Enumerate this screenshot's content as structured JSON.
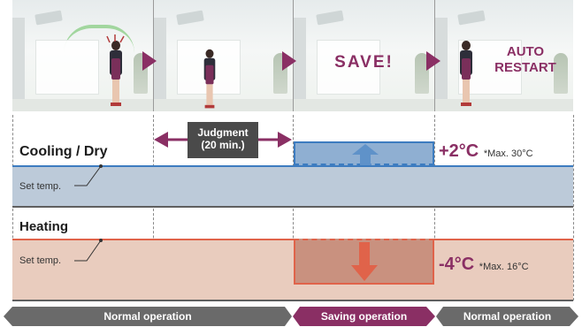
{
  "panels": {
    "save_word": "SAVE!",
    "auto_restart": [
      "AUTO",
      "RESTART"
    ]
  },
  "judgment": {
    "line1": "Judgment",
    "line2": "(20 min.)"
  },
  "cooling": {
    "title": "Cooling / Dry",
    "set_temp_label": "Set temp.",
    "delta": "+2°C",
    "max_note": "*Max. 30°C"
  },
  "heating": {
    "title": "Heating",
    "set_temp_label": "Set temp.",
    "delta": "-4°C",
    "max_note": "*Max. 16°C"
  },
  "status_bar": {
    "normal_1": "Normal operation",
    "saving": "Saving operation",
    "normal_2": "Normal operation"
  },
  "colors": {
    "accent": "#8a2f64",
    "cooling_line": "#3d7cc0",
    "heating_line": "#e0634a",
    "bar_gray": "#6a6a6a"
  }
}
